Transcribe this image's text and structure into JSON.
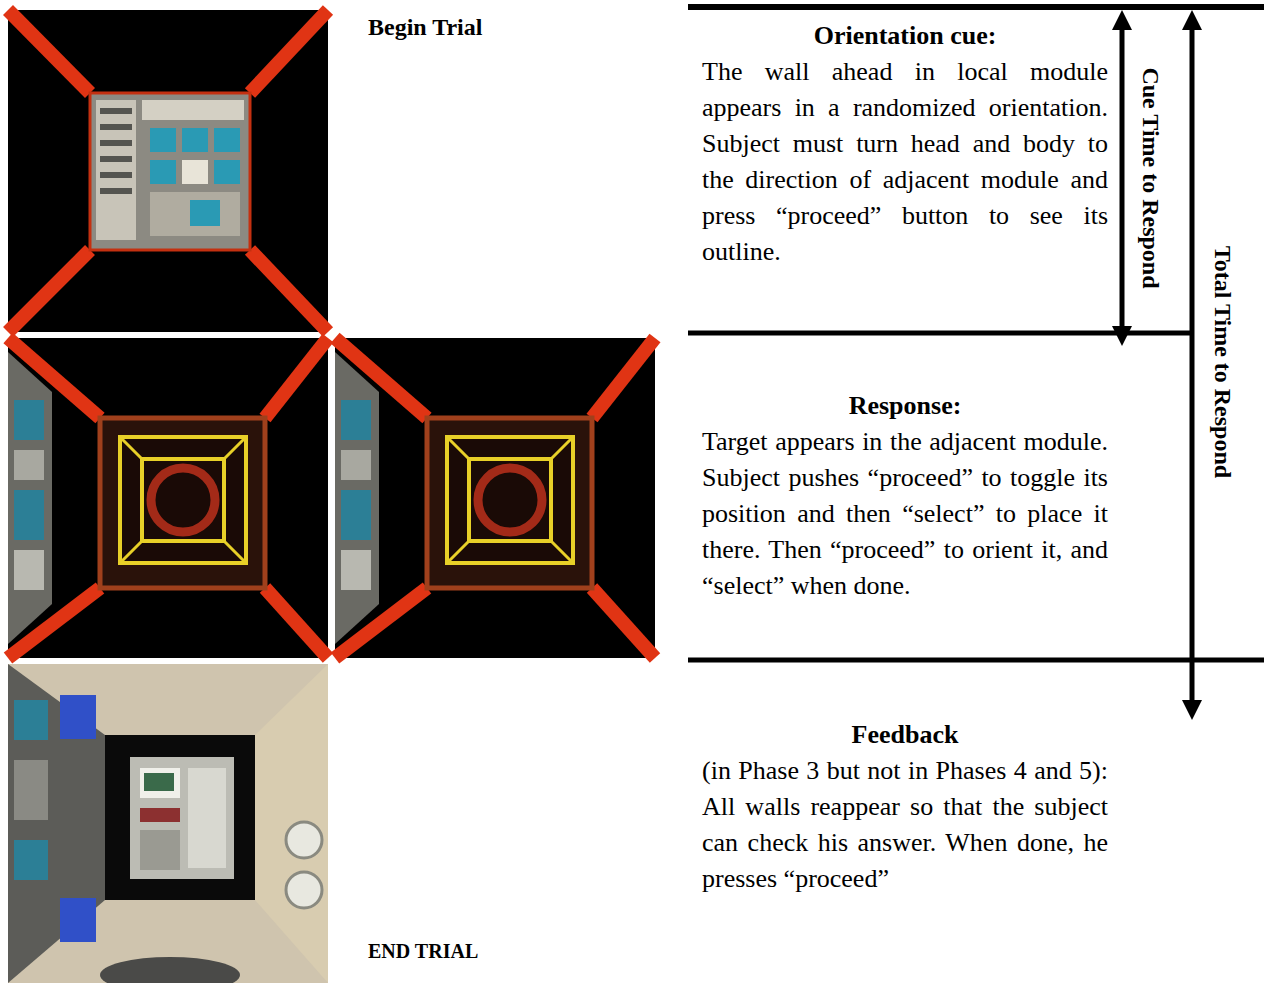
{
  "diagram": {
    "nodes": [
      {
        "text": [
          "Orientation cue:",
          "The wall ahead in local module appears in a randomized orientation. Subject must turn head and body to the direction of adjacent module and press “proceed” button to see its outline."
        ]
      },
      {
        "text": [
          "Response:",
          "Target appears in the adjacent module. Subject pushes “proceed” to toggle its position and then “select” to place it there. Then “proceed” to orient it, and “select” when done."
        ]
      },
      {
        "text": [
          "Feedback",
          "(in Phase 3 but not in Phases 4 and 5): All walls reappear so that the subject can check his answer. When done, he presses “proceed”"
        ]
      }
    ],
    "labels": [
      "Begin Trial",
      "Cue Time to Respond",
      "Total Time to Respond",
      "END TRIAL"
    ]
  }
}
